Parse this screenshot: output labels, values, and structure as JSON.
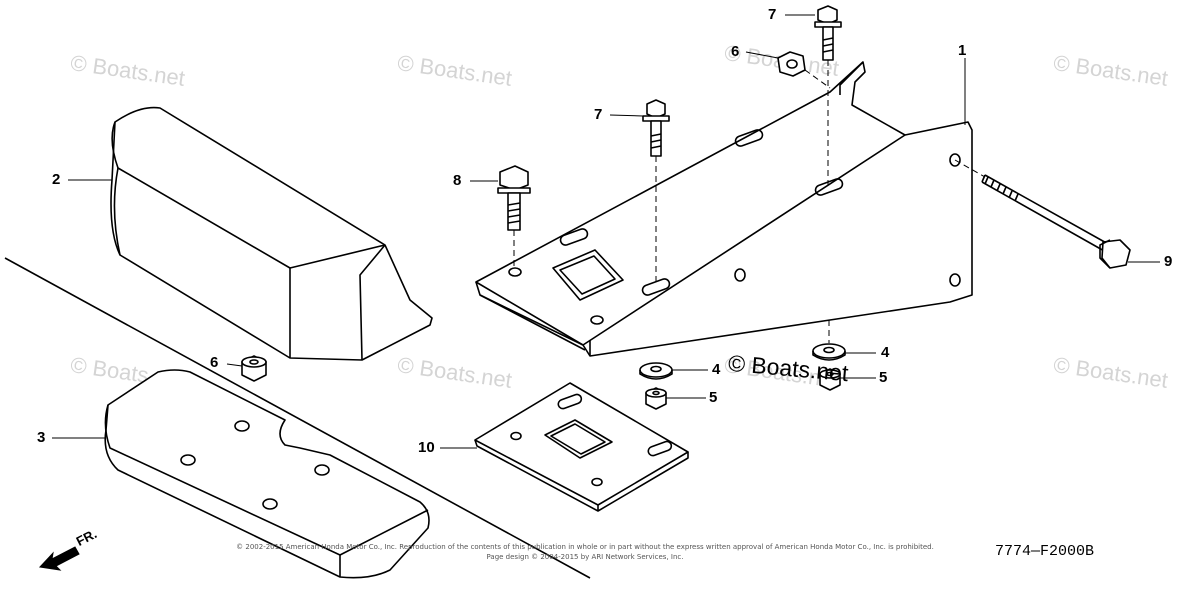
{
  "diagram": {
    "watermarks": [
      "© Boats.net",
      "© Boats.net",
      "© Boats.net",
      "© Boats.net",
      "© Boats.net",
      "© Boats.net",
      "© Boats.net",
      "© Boats.net"
    ],
    "brand_label": "© Boats.net",
    "drawing_number": "7774—F2000B",
    "direction_label": "FR.",
    "copyright": {
      "line1": "© 2002-2015 American Honda Motor Co., Inc. Reproduction of the contents of this publication in whole or in part without the express written approval of American Honda Motor Co., Inc. is prohibited.",
      "line2": "Page design © 2004-2015 by ARI Network Services, Inc."
    },
    "callouts": {
      "part_1": "1",
      "part_2": "2",
      "part_3": "3",
      "part_4a": "4",
      "part_4b": "4",
      "part_5a": "5",
      "part_5b": "5",
      "part_6a": "6",
      "part_6b": "6",
      "part_7a": "7",
      "part_7b": "7",
      "part_8": "8",
      "part_9": "9",
      "part_10": "10"
    }
  }
}
